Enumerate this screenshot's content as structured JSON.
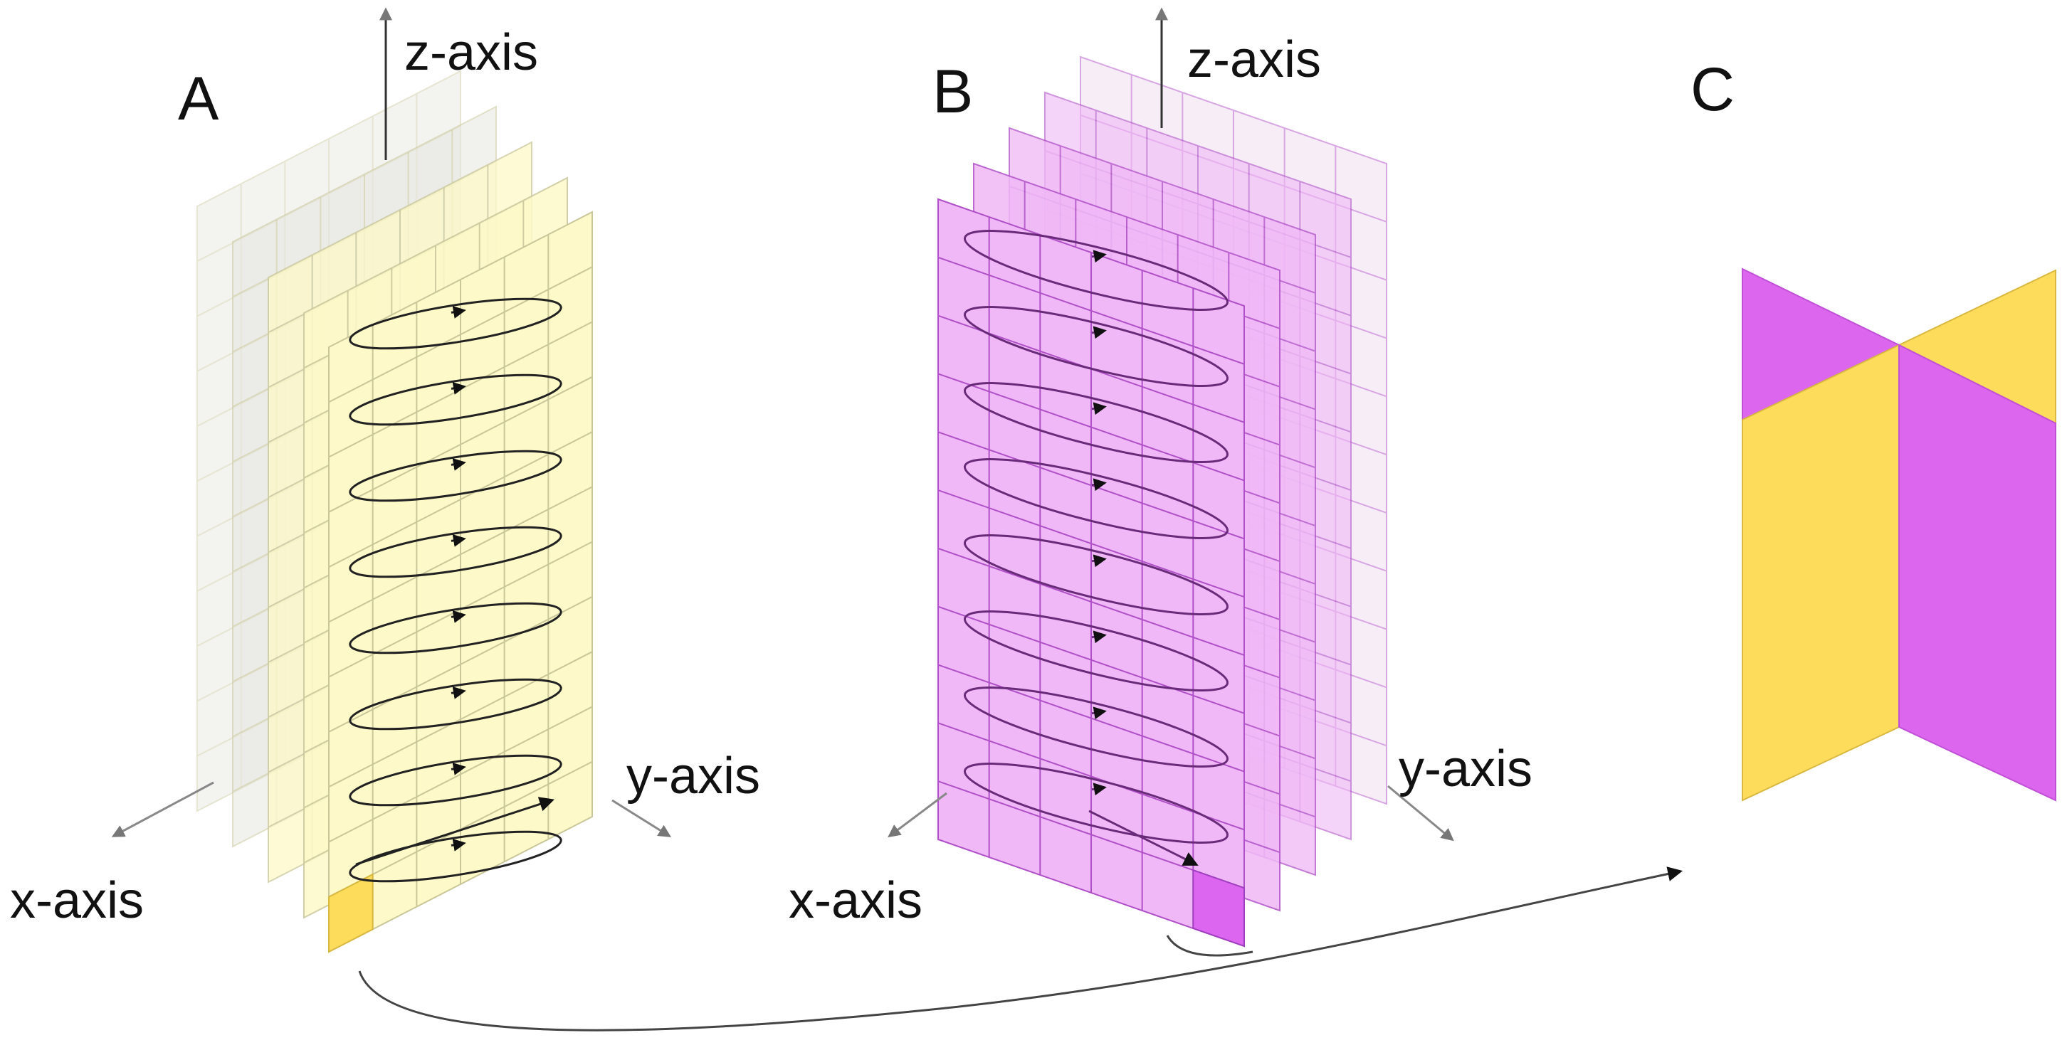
{
  "panels": {
    "a": {
      "letter": "A",
      "z_axis": "z-axis",
      "y_axis": "y-axis",
      "x_axis": "x-axis"
    },
    "b": {
      "letter": "B",
      "z_axis": "z-axis",
      "y_axis": "y-axis",
      "x_axis": "x-axis"
    },
    "c": {
      "letter": "C"
    }
  },
  "colors": {
    "slice_a": "#fdf9c8",
    "slice_a_back": "#e6e6e0",
    "highlight_a": "#fddc5c",
    "slice_b": "#f0b8f6",
    "slice_b_back": "#eeddee",
    "highlight_b": "#dd66f0",
    "yellow": "#fddc5c",
    "magenta": "#dd66ee",
    "grid_a": "#c9c79a",
    "grid_b": "#b050c8",
    "axis": "#777777",
    "path": "#222222"
  },
  "icons": {
    "axis_arrow": "arrow-icon",
    "scan_path": "zigzag-arrow-icon"
  }
}
